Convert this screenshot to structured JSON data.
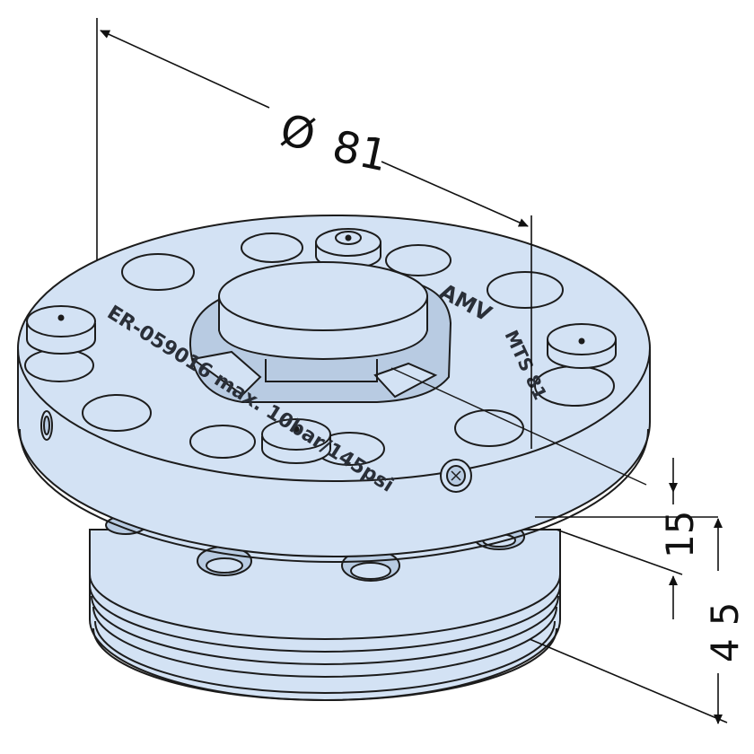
{
  "dimensions": {
    "diameter_symbol": "Ø",
    "diameter_value": "81",
    "height_top": "15",
    "height_total": "45"
  },
  "engravings": {
    "part_number_text": "ER-059016 max. 10bar/145psi",
    "brand_text": "AMV",
    "model_text": "MTS 81"
  },
  "colors": {
    "body_fill": "#d3e2f4",
    "body_shade": "#b8cbe2",
    "outline": "#1c1c1c",
    "background": "#ffffff"
  }
}
